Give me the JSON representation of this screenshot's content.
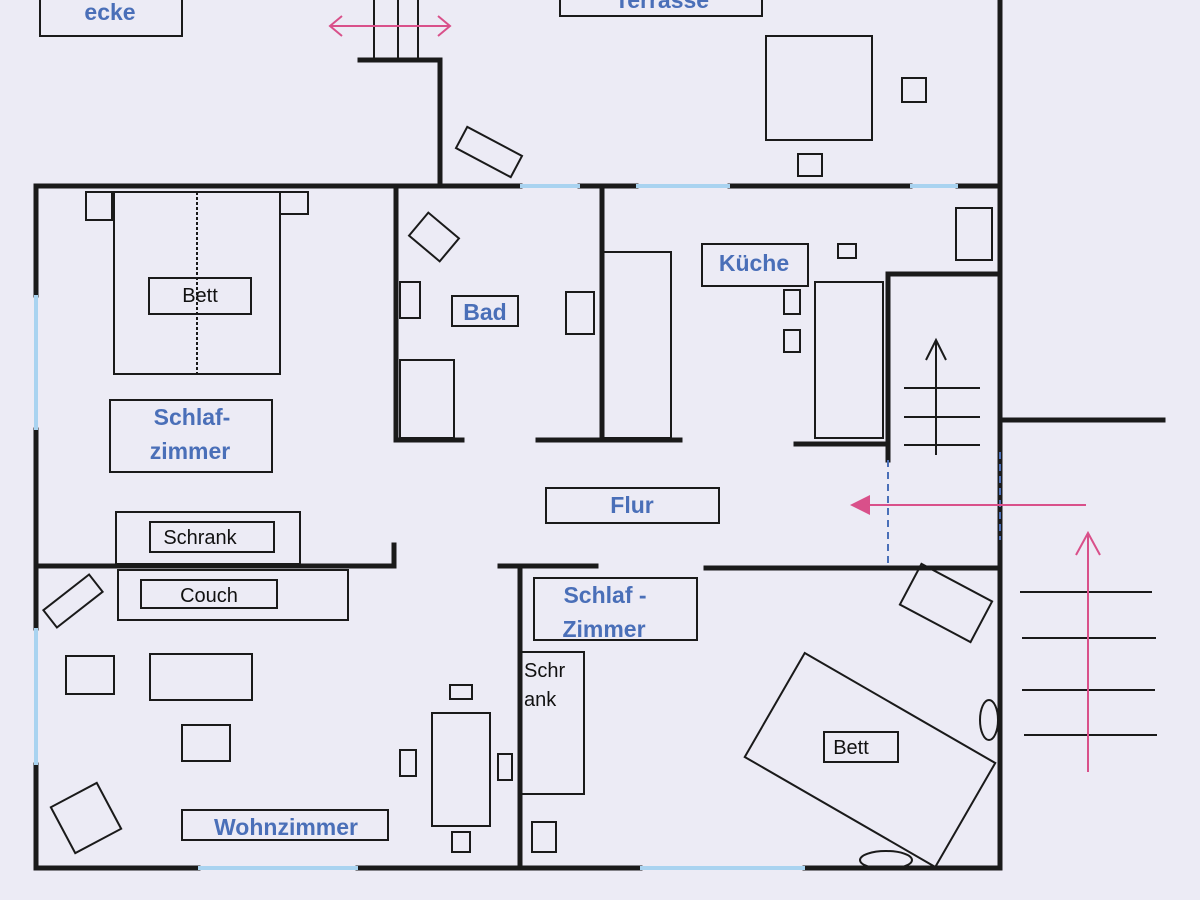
{
  "colors": {
    "background": "#ecebf5",
    "wall": "#1a1a1a",
    "window": "#a9d3f0",
    "room_label": "#4a6fb8",
    "arrow": "#d9508a",
    "furniture": "#1a1a1a"
  },
  "rooms": {
    "ecke": "ecke",
    "terrasse": "Terrasse",
    "bad": "Bad",
    "kueche": "Küche",
    "schlafzimmer1_line1": "Schlaf-",
    "schlafzimmer1_line2": "zimmer",
    "flur": "Flur",
    "schlafzimmer2_line1": "Schlaf -",
    "schlafzimmer2_line2": "Zimmer",
    "wohnzimmer": "Wohnzimmer"
  },
  "furniture": {
    "bett1": "Bett",
    "schrank1": "Schrank",
    "couch": "Couch",
    "schrank2_line1": "Schr",
    "schrank2_line2": "ank",
    "bett2": "Bett"
  }
}
